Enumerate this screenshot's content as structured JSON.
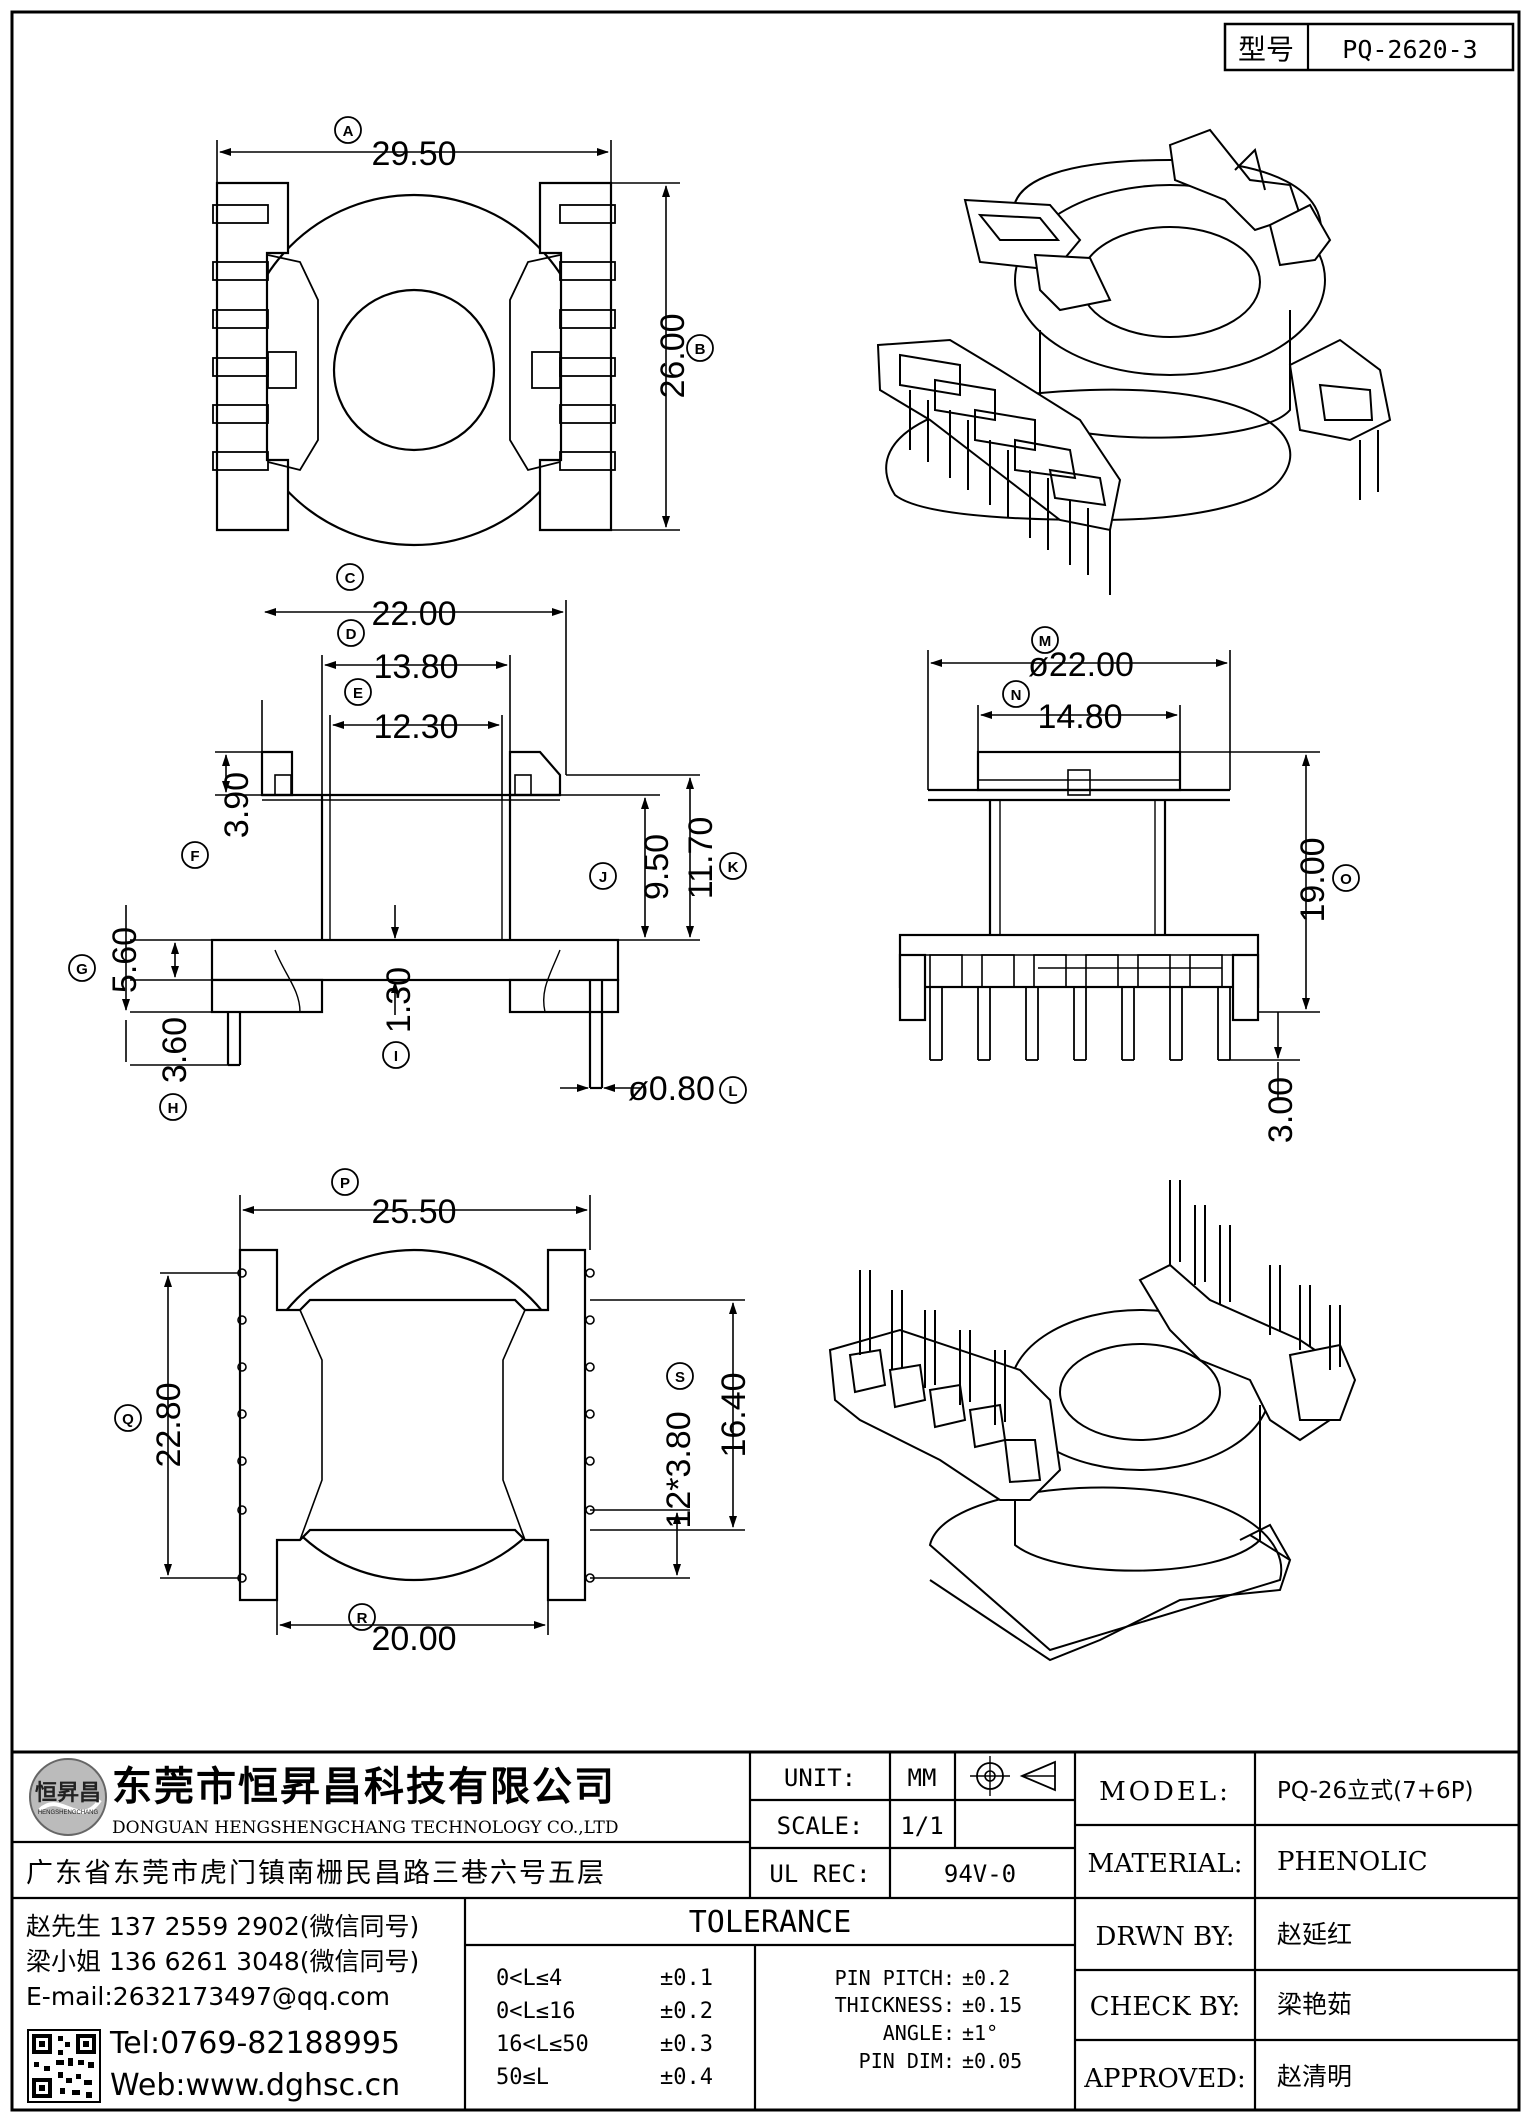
{
  "part_box": {
    "label": "型号",
    "value": "PQ-2620-3"
  },
  "dims": {
    "A": "29.50",
    "B": "26.00",
    "C": "22.00",
    "D": "13.80",
    "E": "12.30",
    "F": "3.90",
    "G": "5.60",
    "H": "3.60",
    "I": "1.30",
    "J": "9.50",
    "K": "11.70",
    "L": "ø0.80",
    "M": "ø22.00",
    "N": "14.80",
    "O": "19.00",
    "P": "25.50",
    "Q": "22.80",
    "R": "20.00",
    "S": "12*3.80",
    "S2": "16.40",
    "pin_len": "3.00"
  },
  "dim_labels": [
    "A",
    "B",
    "C",
    "D",
    "E",
    "F",
    "G",
    "H",
    "I",
    "J",
    "K",
    "L",
    "M",
    "N",
    "O",
    "P",
    "Q",
    "R",
    "S"
  ],
  "company": {
    "name": "东莞市恒昇昌科技有限公司",
    "name_en": "DONGUAN HENGSHENGCHANG TECHNOLOGY CO.,LTD",
    "address": "广东省东莞市虎门镇南栅民昌路三巷六号五层",
    "logo_text": "恒昇昌",
    "logo_sub": "HENGSHENGCHANG"
  },
  "contacts": {
    "line1": "赵先生 137 2559 2902(微信同号)",
    "line2": "梁小姐 136 6261 3048(微信同号)",
    "email": "E-mail:2632173497@qq.com",
    "tel": "Tel:0769-82188995",
    "web": "Web:www.dghsc.cn"
  },
  "spec": {
    "unit_label": "UNIT:",
    "unit": "MM",
    "scale_label": "SCALE:",
    "scale": "1/1",
    "ulrec_label": "UL REC:",
    "ulrec": "94V-0"
  },
  "tolerance": {
    "title": "TOLERANCE",
    "ranges": [
      {
        "range": "0<L≤4",
        "value": "±0.1"
      },
      {
        "range": "0<L≤16",
        "value": "±0.2"
      },
      {
        "range": "16<L≤50",
        "value": "±0.3"
      },
      {
        "range": "50≤L",
        "value": "±0.4"
      }
    ],
    "other": [
      {
        "label": "PIN PITCH:",
        "value": "±0.2"
      },
      {
        "label": "THICKNESS:",
        "value": "±0.15"
      },
      {
        "label": "ANGLE:",
        "value": "±1°"
      },
      {
        "label": "PIN DIM:",
        "value": "±0.05"
      }
    ]
  },
  "info": [
    {
      "label": "MODEL:",
      "value": "PQ-26立式(7+6P)"
    },
    {
      "label": "MATERIAL:",
      "value": "PHENOLIC"
    },
    {
      "label": "DRWN BY:",
      "value": "赵延红"
    },
    {
      "label": "CHECK BY:",
      "value": "梁艳茹"
    },
    {
      "label": "APPROVED:",
      "value": "赵清明"
    }
  ]
}
